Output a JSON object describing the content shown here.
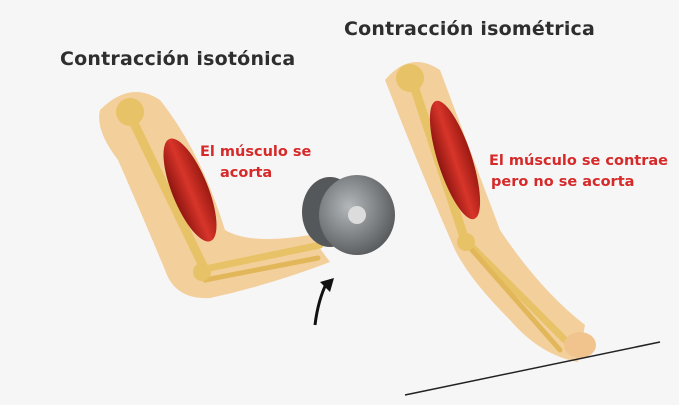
{
  "isotonic": {
    "title": "Contracción isotónica",
    "line1": "El músculo se",
    "line2": "acorta"
  },
  "isometric": {
    "title": "Contracción isométrica",
    "line1": "El músculo se contrae",
    "line2": "pero no se acorta"
  },
  "colors": {
    "muscle": "#c9241c",
    "bone": "#e8c266",
    "skin": "#f3cf9c",
    "label": "#d62a2a",
    "dumbbell": "#6b6e70"
  }
}
